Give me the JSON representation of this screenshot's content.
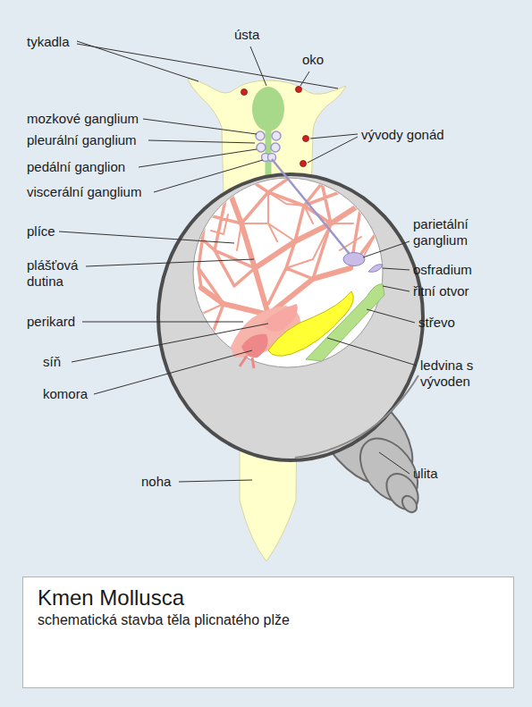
{
  "diagram": {
    "nodes": [
      {
        "text": [
          "Kmen Mollusca",
          "schematická stavba těla plicnatého plže"
        ]
      }
    ],
    "labels": [
      "tykadla",
      "ústa",
      "oko",
      "mozkové ganglium",
      "pleurální ganglium",
      "pedální ganglion",
      "vývody gonád",
      "viscerální ganglium",
      "plíce",
      "parietální ganglium",
      "plášťová dutina",
      "osfradium",
      "řitní otvor",
      "perikard",
      "střevo",
      "síň",
      "ledvina s vývoden",
      "komora",
      "ulita",
      "noha"
    ]
  }
}
